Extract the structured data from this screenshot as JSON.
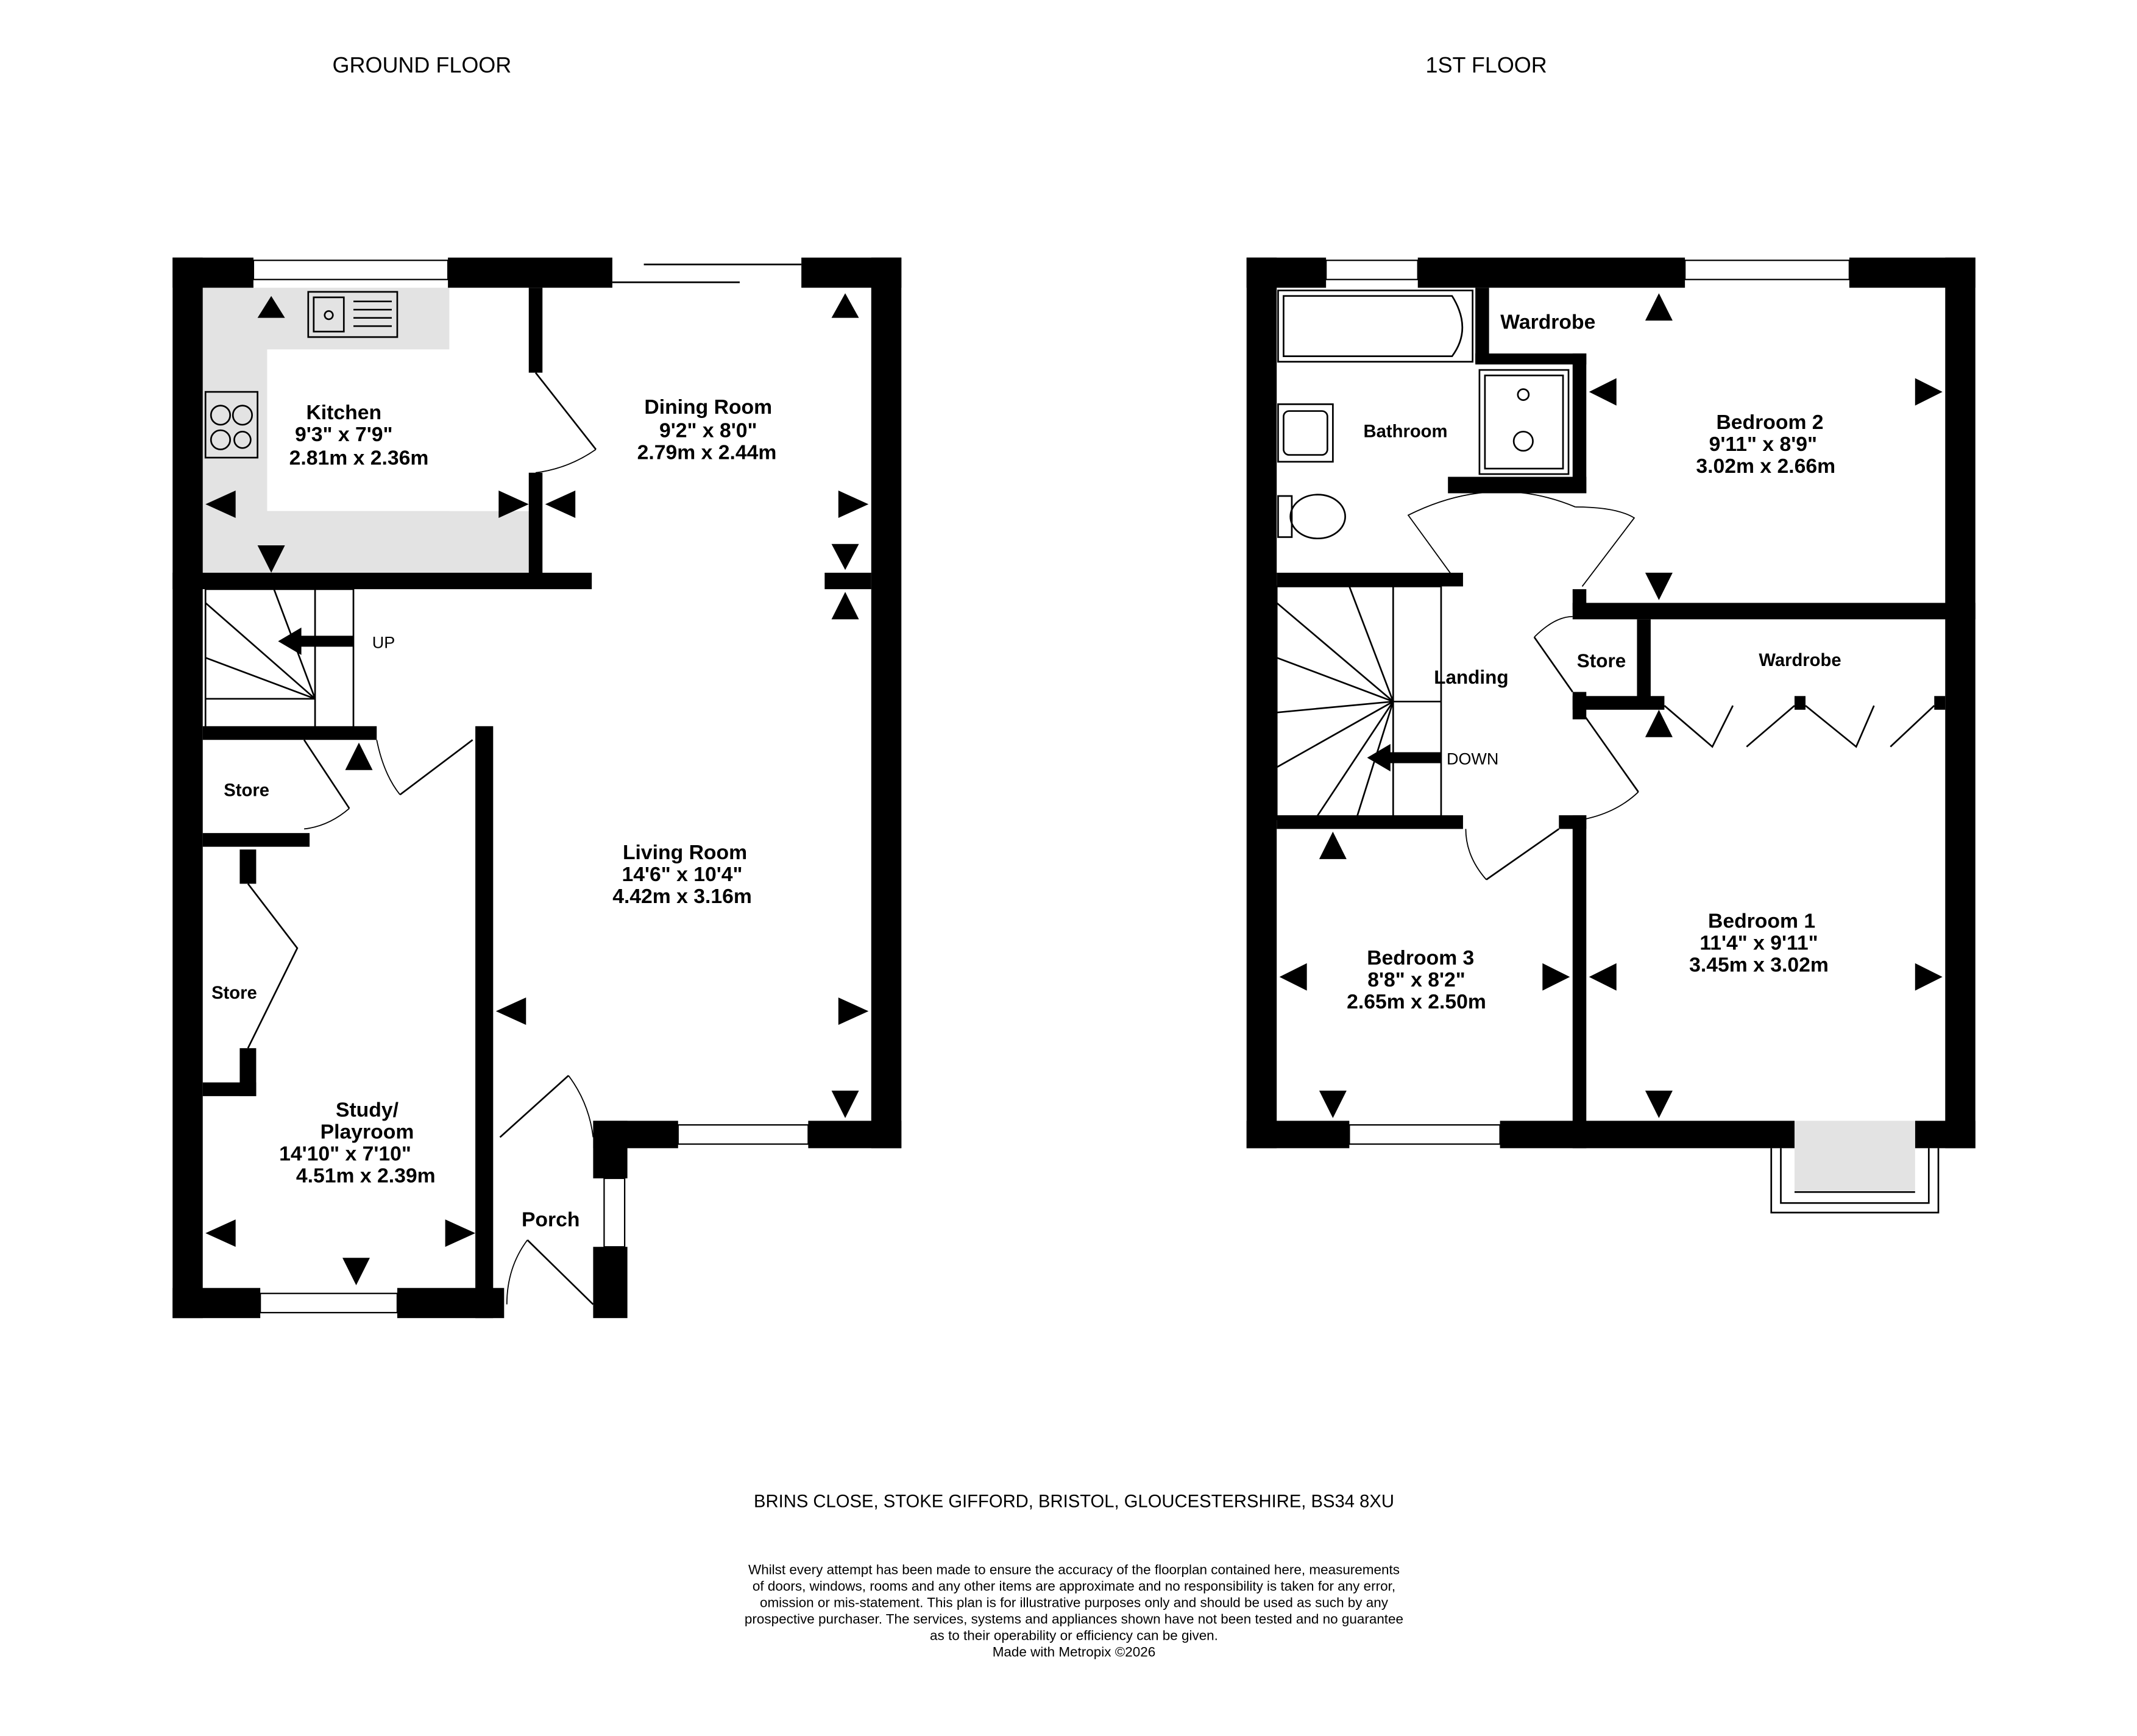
{
  "headings": {
    "ground": "GROUND FLOOR",
    "first": "1ST FLOOR"
  },
  "ground_floor": {
    "kitchen": {
      "name": "Kitchen",
      "imperial": "9'3\"  x 7'9\"",
      "metric": "2.81m  x 2.36m"
    },
    "dining": {
      "name": "Dining Room",
      "imperial": "9'2\"  x 8'0\"",
      "metric": "2.79m  x 2.44m"
    },
    "living": {
      "name": "Living Room",
      "imperial": "14'6\"  x 10'4\"",
      "metric": "4.42m  x 3.16m"
    },
    "study": {
      "name_line1": "Study/",
      "name_line2": "Playroom",
      "imperial": "14'10\"  x 7'10\"",
      "metric": "4.51m  x 2.39m"
    },
    "store1": "Store",
    "store2": "Store",
    "porch": "Porch",
    "stairs": "UP"
  },
  "first_floor": {
    "bathroom": "Bathroom",
    "wardrobe1": "Wardrobe",
    "wardrobe2": "Wardrobe",
    "store": "Store",
    "landing": "Landing",
    "stairs": "DOWN",
    "bedroom2": {
      "name": "Bedroom 2",
      "imperial": "9'11\"  x 8'9\"",
      "metric": "3.02m  x 2.66m"
    },
    "bedroom1": {
      "name": "Bedroom 1",
      "imperial": "11'4\"  x 9'11\"",
      "metric": "3.45m  x 3.02m"
    },
    "bedroom3": {
      "name": "Bedroom 3",
      "imperial": "8'8\"  x 8'2\"",
      "metric": "2.65m  x 2.50m"
    }
  },
  "footer": {
    "address": "BRINS CLOSE, STOKE GIFFORD, BRISTOL, GLOUCESTERSHIRE, BS34 8XU",
    "disclaimer": [
      "Whilst every attempt has been made to ensure the accuracy of the floorplan contained here, measurements",
      "of doors, windows, rooms and any other items are approximate and no responsibility is taken for any error,",
      "omission or mis-statement. This plan is for illustrative purposes only and should be used as such by any",
      "prospective purchaser. The services, systems and appliances shown have not been tested and no guarantee",
      "as to their operability or efficiency can be given."
    ],
    "credit": "Made with Metropix ©2026"
  }
}
